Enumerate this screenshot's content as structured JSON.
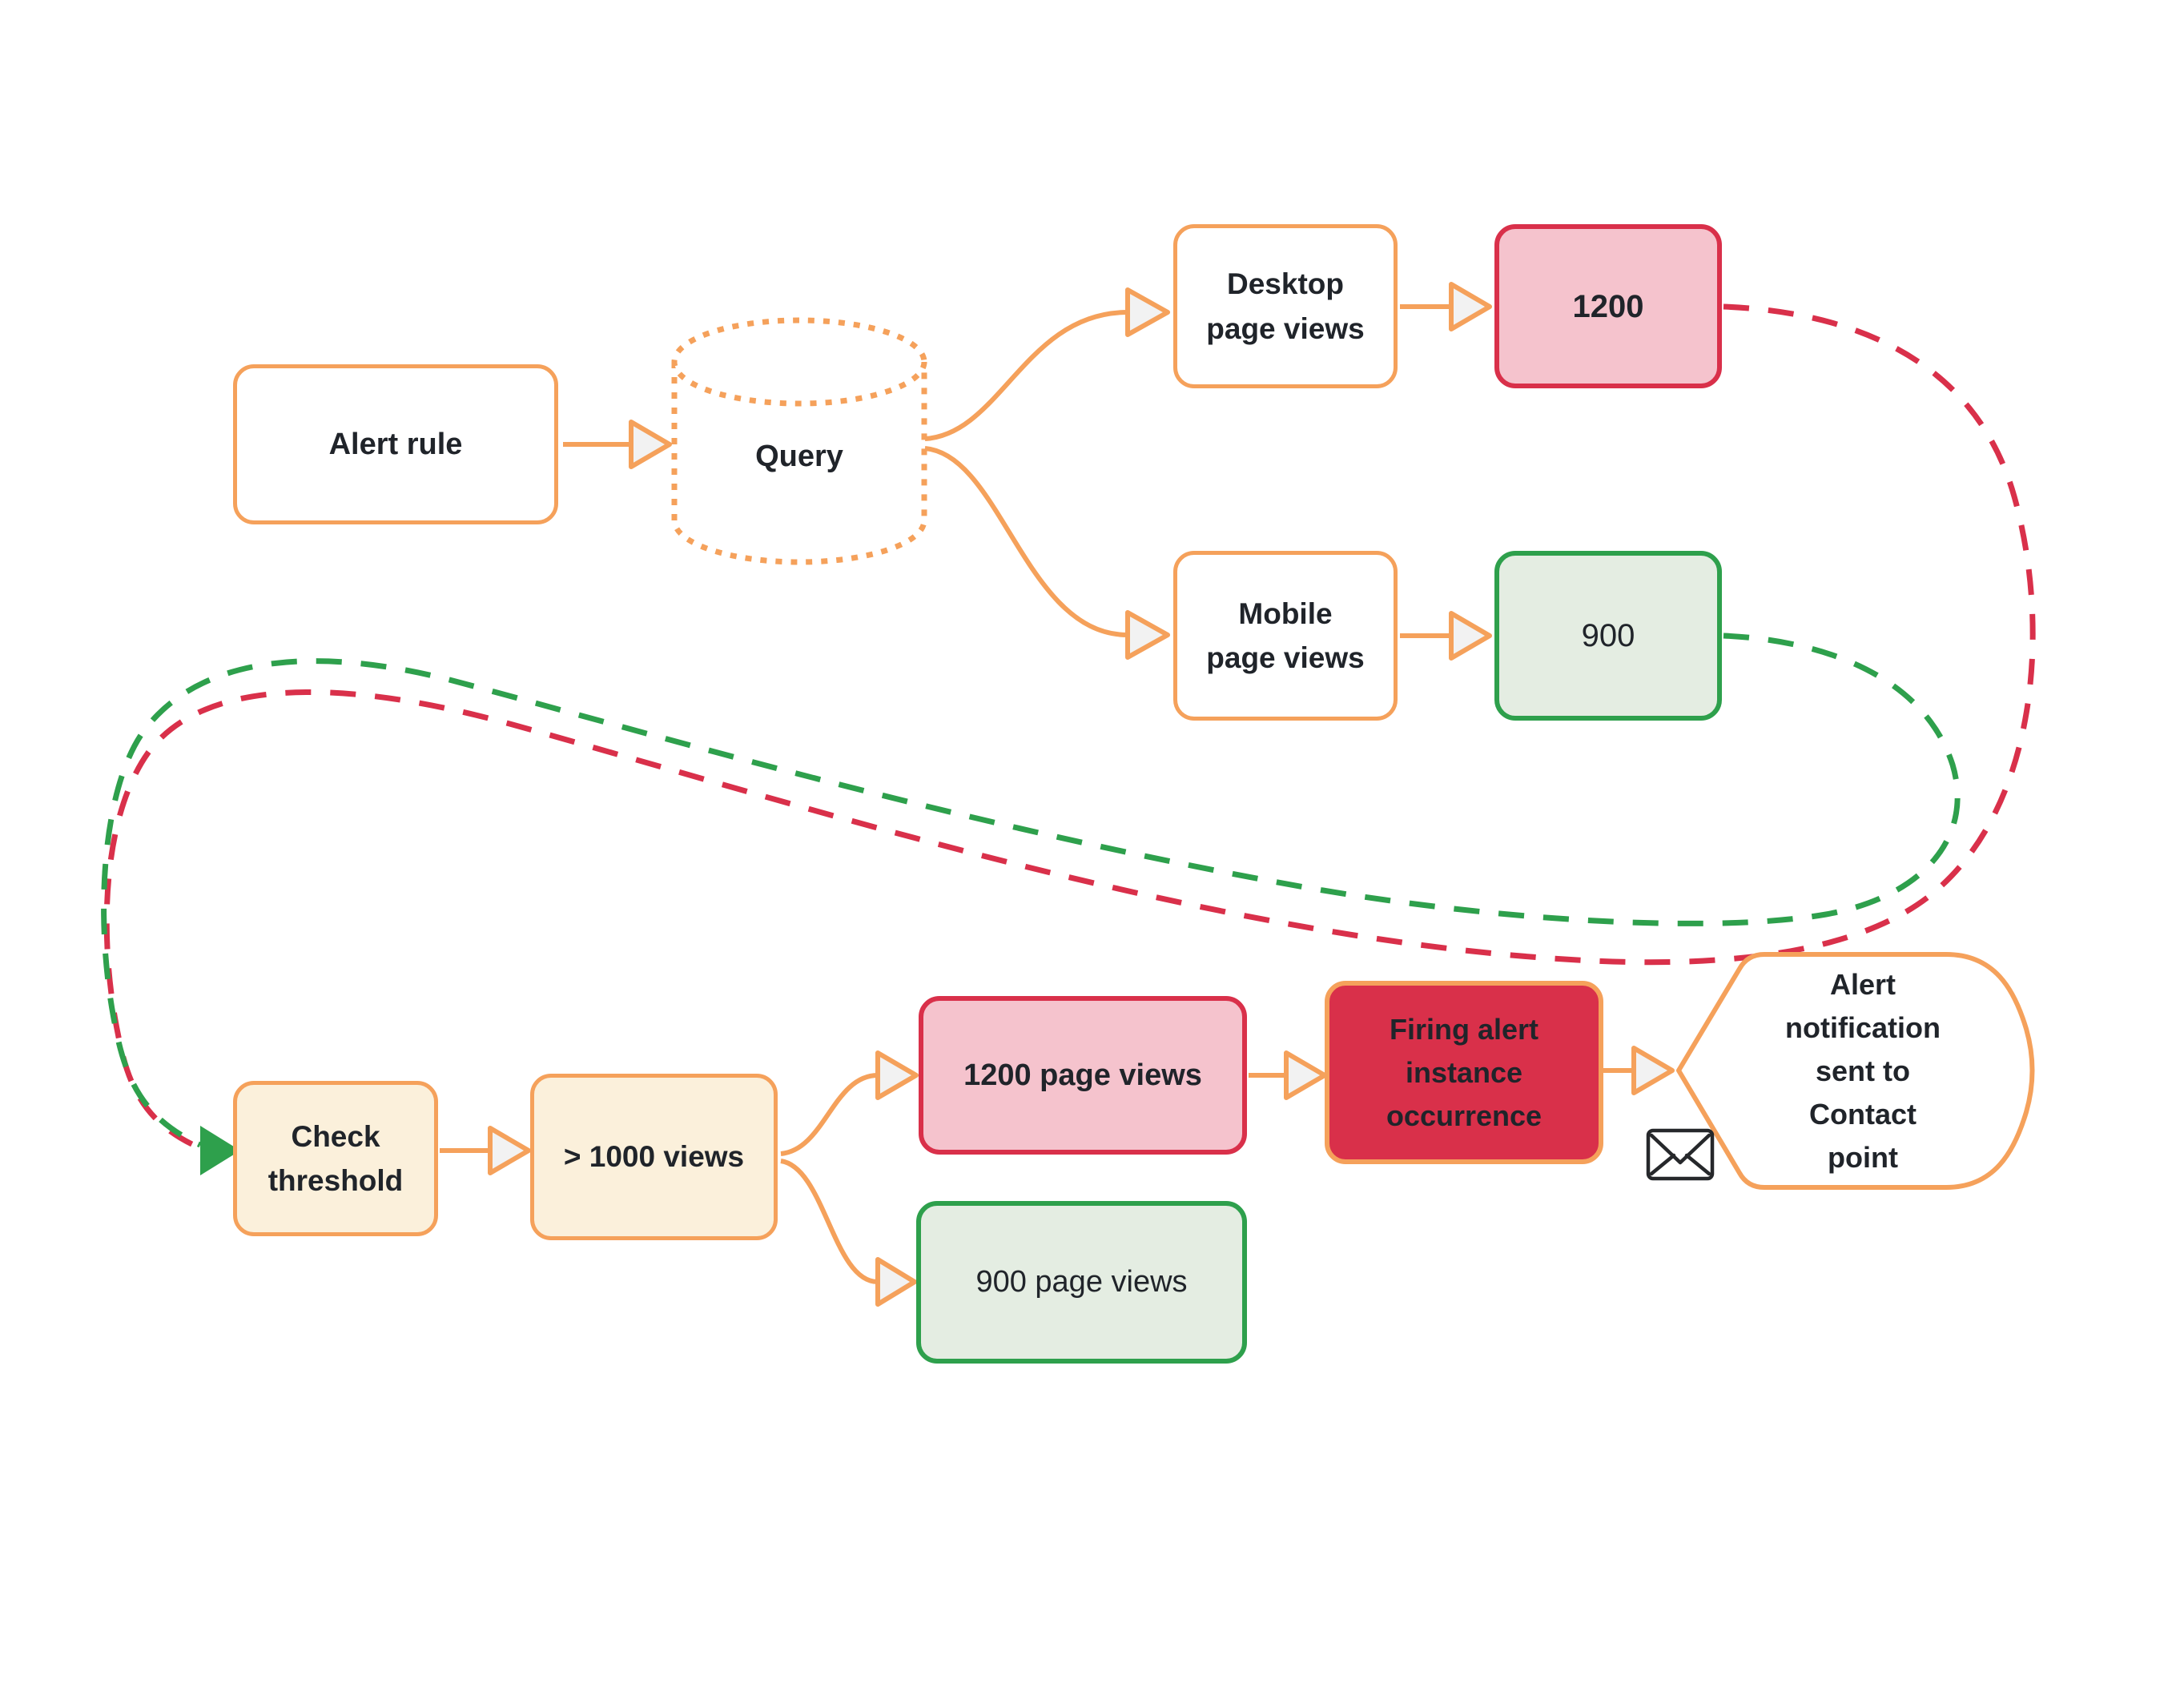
{
  "nodes": {
    "alert_rule": "Alert rule",
    "query": "Query",
    "desktop_page_views": "Desktop page views",
    "desktop_value": "1200",
    "mobile_page_views": "Mobile page views",
    "mobile_value": "900",
    "check_threshold": "Check threshold",
    "threshold_condition": "> 1000 views",
    "breaching_value": "1200 page views",
    "normal_value": "900 page views",
    "firing_alert": "Firing alert instance occurrence",
    "alert_notification": "Alert notification sent to Contact point"
  },
  "icons": {
    "envelope": "envelope-icon",
    "database_cylinder": "database-cylinder-icon"
  },
  "colors": {
    "orange": "#F5A15B",
    "crimson": "#D9304A",
    "pink_fill": "#F5C3CD",
    "green": "#2EA04C",
    "green_fill": "#E4EDE2",
    "cream_fill": "#FBF0DB",
    "red_fill": "#D9304A",
    "text": "#20242A",
    "arrowhead_fill": "#F2F2F2",
    "background": "#FFFFFF"
  }
}
